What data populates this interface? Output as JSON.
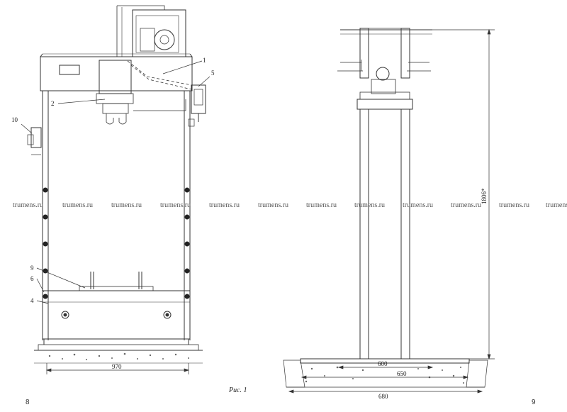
{
  "left_drawing": {
    "callouts": [
      "1",
      "2",
      "4",
      "5",
      "6",
      "9",
      "10"
    ],
    "dimension_width": "970",
    "caption": "Рис. 1",
    "page_number": "8"
  },
  "right_drawing": {
    "dimension_height": "1806*",
    "dimension_inner": "600",
    "dimension_mid": "650",
    "dimension_base": "680",
    "page_number": "9"
  },
  "watermark": "trumens.ru"
}
